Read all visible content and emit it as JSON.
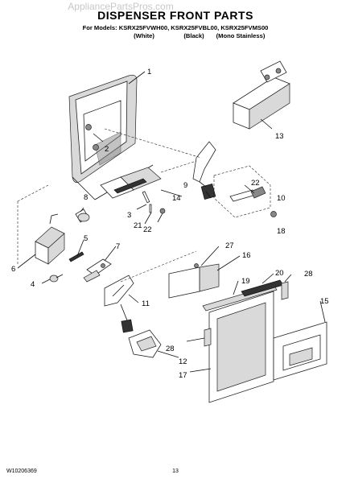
{
  "watermark": "AppliancePartsPros.com",
  "title": "DISPENSER FRONT PARTS",
  "models_line": "For Models: KSRX25FVWH00, KSRX25FVBL00, KSRX25FVMS00",
  "variants": [
    "(White)",
    "(Black)",
    "(Mono Stainless)"
  ],
  "callouts": [
    "1",
    "2",
    "3",
    "4",
    "5",
    "6",
    "7",
    "8",
    "9",
    "10",
    "11",
    "12",
    "13",
    "14",
    "15",
    "16",
    "17",
    "18",
    "19",
    "20",
    "21",
    "22",
    "22",
    "27",
    "28",
    "28"
  ],
  "footer": {
    "doc_number": "W10206369",
    "page_number": "13"
  }
}
